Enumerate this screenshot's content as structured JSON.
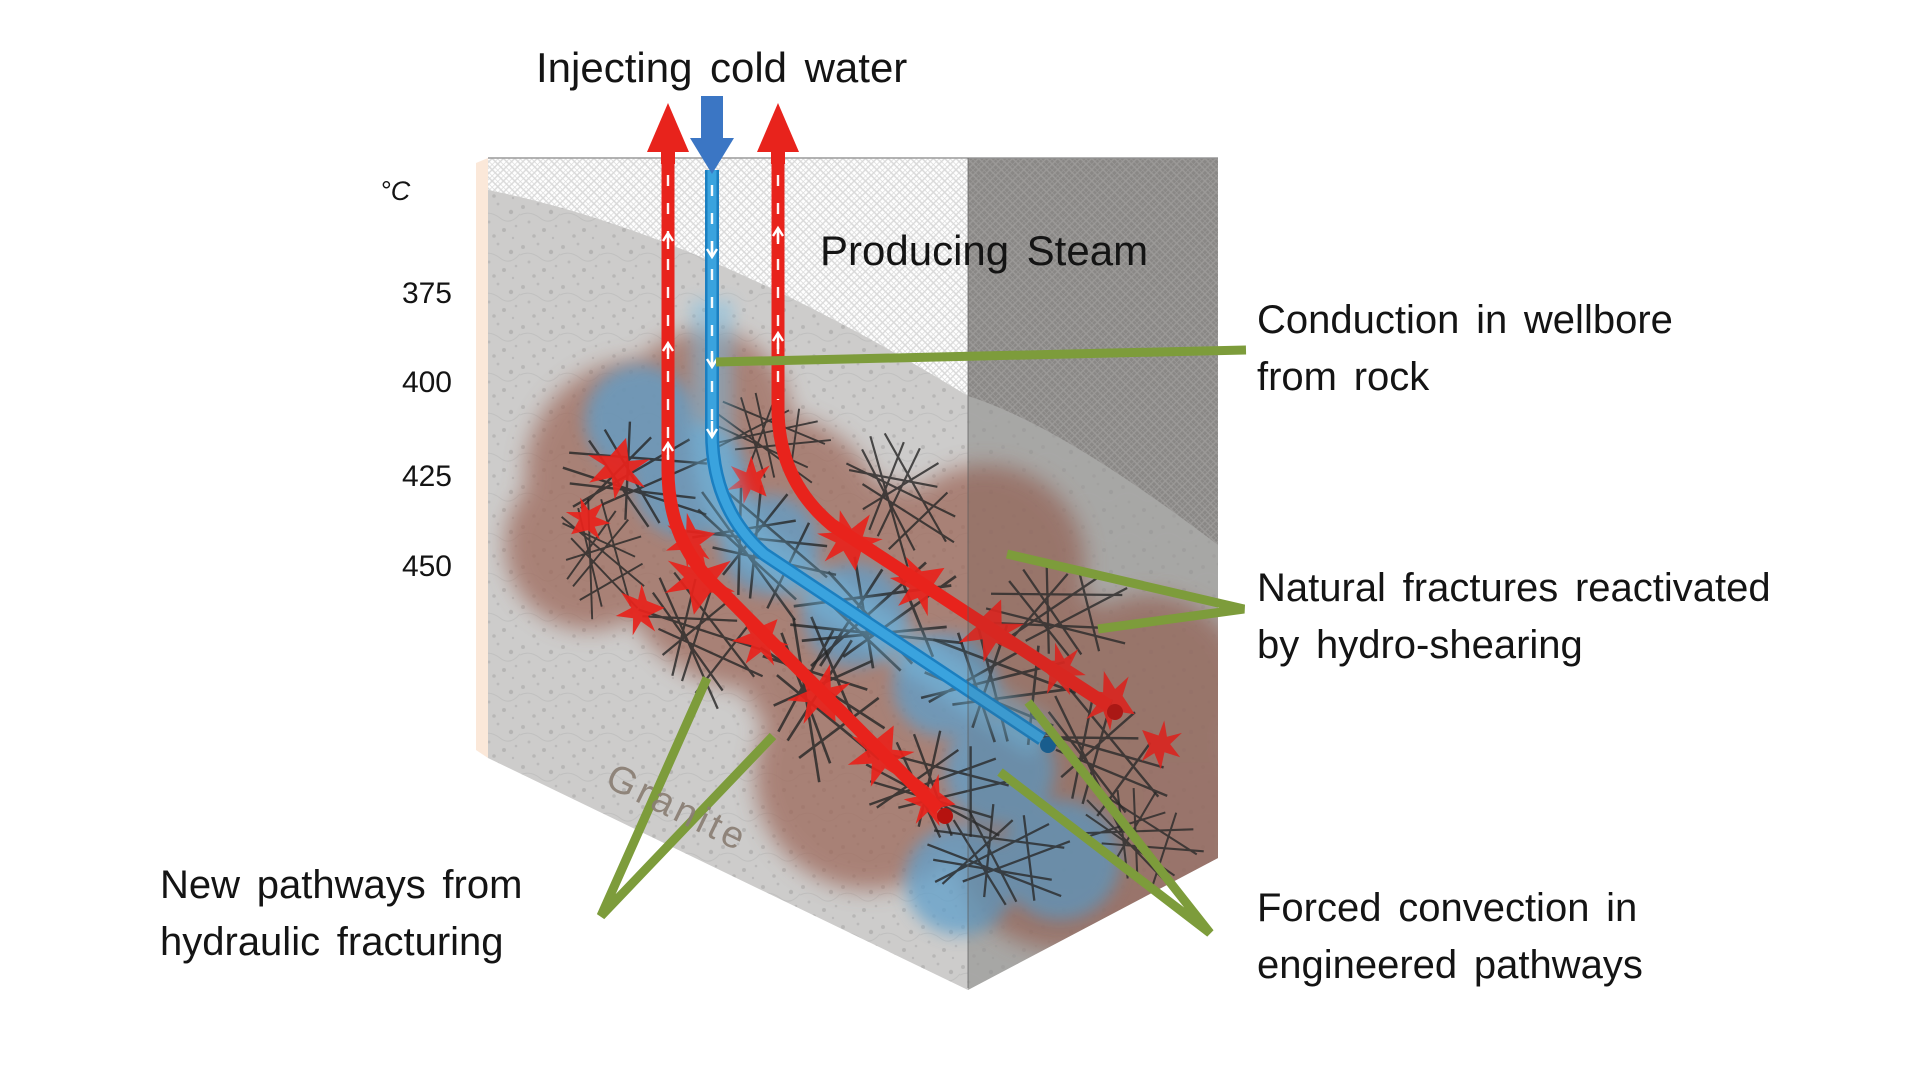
{
  "title": "Injecting cold water",
  "temperature_scale": {
    "unit": "°C",
    "t1": "375",
    "t2": "400",
    "t3": "425",
    "t4": "450"
  },
  "block": {
    "steam_label": "Producing Steam",
    "material_label": "Granite"
  },
  "callouts": {
    "conduction": "Conduction in wellbore\nfrom rock",
    "natural": "Natural fractures reactivated\nby hydro-shearing",
    "forced": "Forced convection in\nengineered pathways",
    "new_pathways": "New pathways from\nhydraulic fracturing"
  },
  "icons": {
    "injection_arrow": "thick-down-arrow-icon",
    "production_arrow": "up-arrow-icon",
    "callout_pointer": "green-leader-line",
    "wellbore_end": "dot"
  },
  "colors": {
    "production_red": "#e8231c",
    "injection_blue": "#3b76c4",
    "wellbore_blue": "#3aa3de",
    "callout_green": "#7d9c3b",
    "reservoir_brown": "#9b6557",
    "granite_front": "#cdcccb",
    "granite_side": "#b2b1af",
    "steam_white": "#ffffff"
  }
}
